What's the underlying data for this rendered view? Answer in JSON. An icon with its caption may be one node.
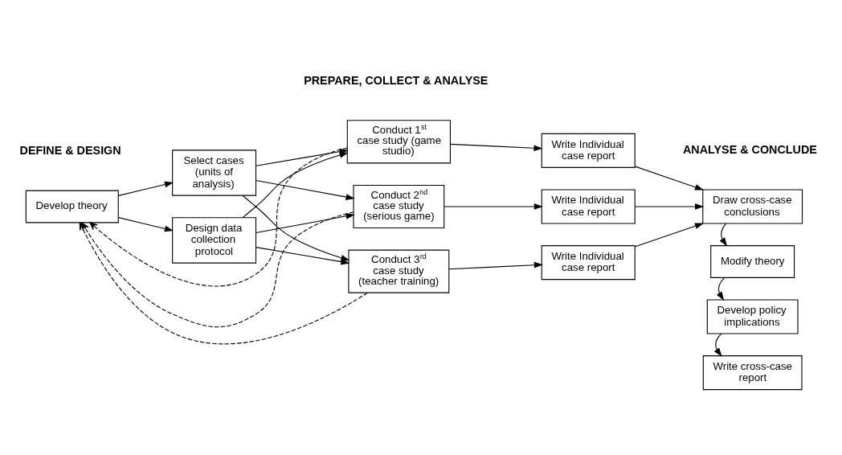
{
  "diagram": {
    "nodes": [
      {
        "text": [
          "Develop theory"
        ]
      },
      {
        "text": [
          "Select cases (units of analysis)"
        ]
      },
      {
        "text": [
          "Design data collection protocol"
        ]
      },
      {
        "text": [
          "Conduct 1$^{st}$ case study (game studio)"
        ]
      },
      {
        "text": [
          "Write Individual case report"
        ]
      },
      {
        "text": [
          "Conduct 2$^{nd}$ case study (serious game)"
        ]
      },
      {
        "text": [
          "Write Individual case report"
        ]
      },
      {
        "text": [
          "Conduct 3$^{rd}$ case study (teacher training)"
        ]
      },
      {
        "text": [
          "Write Individual case report"
        ]
      },
      {
        "text": [
          "Draw cross-case conclusions"
        ]
      },
      {
        "text": [
          "Modify theory"
        ]
      },
      {
        "text": [
          "Develop policy implications"
        ]
      },
      {
        "text": [
          "Write cross-case report"
        ]
      }
    ],
    "edges": [
      {
        "from": 0,
        "to": 1,
        "arrow": "to"
      },
      {
        "from": 0,
        "to": 2,
        "arrow": "to"
      },
      {
        "from": 1,
        "to": 3,
        "arrow": "to"
      },
      {
        "from": 1,
        "to": 5,
        "arrow": "to"
      },
      {
        "from": 1,
        "to": 7,
        "arrow": "to"
      },
      {
        "from": 2,
        "to": 3,
        "arrow": "to"
      },
      {
        "from": 2,
        "to": 5,
        "arrow": "to"
      },
      {
        "from": 2,
        "to": 7,
        "arrow": "to"
      },
      {
        "from": 3,
        "to": 4,
        "arrow": "to"
      },
      {
        "from": 5,
        "to": 6,
        "arrow": "to"
      },
      {
        "from": 7,
        "to": 8,
        "arrow": "to"
      },
      {
        "from": 4,
        "to": 9,
        "arrow": "to"
      },
      {
        "from": 6,
        "to": 9,
        "arrow": "to"
      },
      {
        "from": 8,
        "to": 9,
        "arrow": "to"
      },
      {
        "from": 9,
        "to": 10,
        "arrow": "to"
      },
      {
        "from": 10,
        "to": 11,
        "arrow": "to"
      },
      {
        "from": 11,
        "to": 12,
        "arrow": "to"
      },
      {
        "from": 3,
        "to": 0,
        "arrow": "to",
        "style": "dashed"
      },
      {
        "from": 5,
        "to": 0,
        "arrow": "to",
        "style": "dashed"
      },
      {
        "from": 7,
        "to": 0,
        "arrow": "to",
        "style": "dashed"
      }
    ],
    "labels": [
      "DEFINE & DESIGN",
      "PREPARE, COLLECT & ANALYSE",
      "ANALYSE & CONCLUDE"
    ]
  }
}
